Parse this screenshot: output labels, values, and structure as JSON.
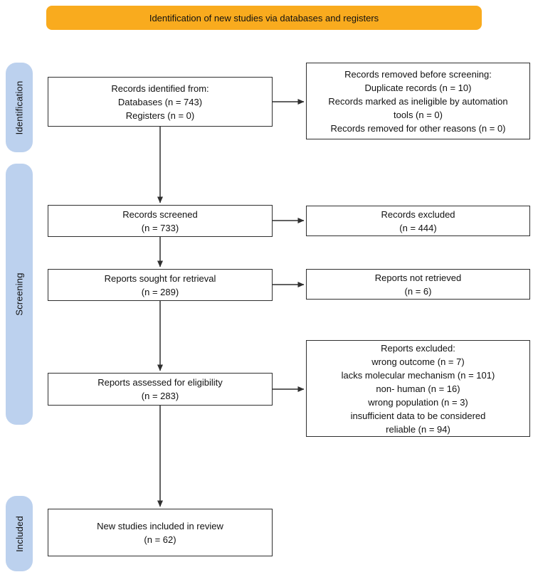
{
  "banner": {
    "label": "Identification of new studies via databases and registers"
  },
  "sidebar": {
    "stages": [
      {
        "label": "Identification"
      },
      {
        "label": "Screening"
      },
      {
        "label": "Included"
      }
    ]
  },
  "boxes": {
    "main": [
      {
        "id": "records-identified",
        "text": "Records identified from:\nDatabases (n = 743)\nRegisters (n = 0)"
      },
      {
        "id": "records-screened",
        "text": "Records screened\n(n = 733)"
      },
      {
        "id": "reports-sought",
        "text": "Reports sought for retrieval\n(n = 289)"
      },
      {
        "id": "reports-assessed",
        "text": "Reports assessed for eligibility\n(n = 283)"
      },
      {
        "id": "new-studies-included",
        "text": "New studies included in review\n(n = 62)"
      }
    ],
    "side": [
      {
        "id": "records-removed",
        "text": "Records removed before screening:\nDuplicate records (n = 10)\nRecords marked as ineligible by automation\ntools (n = 0)\nRecords removed for other reasons (n = 0)"
      },
      {
        "id": "records-excluded",
        "text": "Records excluded\n(n = 444)"
      },
      {
        "id": "reports-not-retrieved",
        "text": "Reports not retrieved\n(n = 6)"
      },
      {
        "id": "reports-excluded",
        "text": "Reports excluded:\nwrong outcome (n = 7)\nlacks molecular mechanism (n = 101)\nnon- human (n = 16)\nwrong population (n = 3)\ninsufficient data to be considered\nreliable (n = 94)"
      }
    ]
  },
  "colors": {
    "banner_bg": "#F9AB1E",
    "stage_bg": "#BCD1EE",
    "box_border": "#2F2F2F",
    "arrow": "#2F2F2F"
  }
}
